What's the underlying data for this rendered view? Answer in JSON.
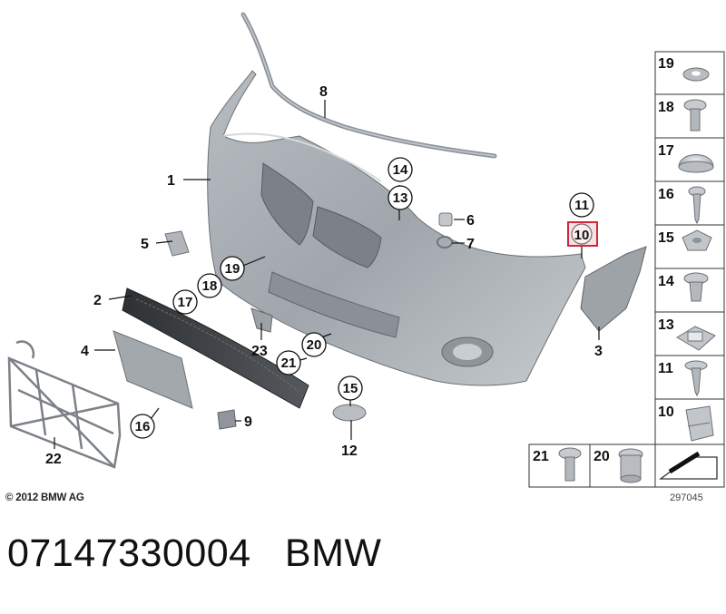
{
  "diagram": {
    "callouts": [
      "1",
      "2",
      "3",
      "4",
      "5",
      "6",
      "7",
      "8",
      "9",
      "12",
      "22",
      "23"
    ],
    "circled": [
      "10",
      "11",
      "13",
      "14",
      "15",
      "16",
      "17",
      "18",
      "19",
      "20",
      "21"
    ],
    "highlighted": "10",
    "highlight_color": "#d0253a",
    "part_color": "#9aa0a6",
    "grille_color": "#3a3d40"
  },
  "legend": {
    "items": [
      "19",
      "18",
      "17",
      "16",
      "15",
      "14",
      "13",
      "11",
      "10"
    ],
    "bottom_items": [
      "21",
      "20"
    ]
  },
  "copyright": "© 2012 BMW AG",
  "diagram_id": "297045",
  "part_number": "07147330004",
  "brand": "BMW"
}
